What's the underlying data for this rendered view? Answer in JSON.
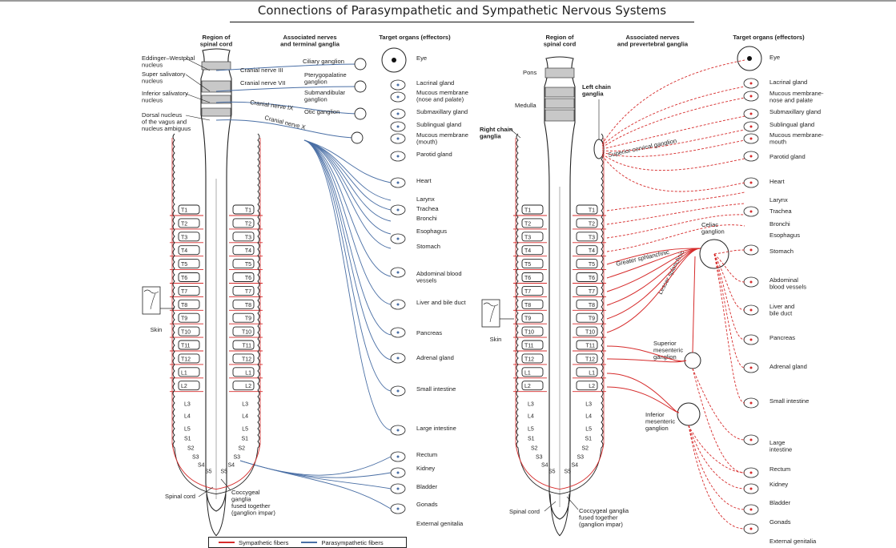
{
  "title": "Connections of Parasympathetic and Sympathetic Nervous Systems",
  "colors": {
    "sympathetic": "#d62b2b",
    "parasympathetic": "#4a6fa5",
    "outline": "#222222",
    "gray_band": "#c8c8c8"
  },
  "legend": [
    {
      "label": "Sympathetic fibers",
      "color": "#d62b2b"
    },
    {
      "label": "Parasympathetic fibers",
      "color": "#4a6fa5"
    }
  ],
  "parasympathetic": {
    "headers": {
      "region": [
        "Region of",
        "spinal cord"
      ],
      "nerves": [
        "Associated nerves",
        "and terminal ganglia"
      ],
      "targets": "Target organs (effectors)"
    },
    "nuclei": [
      [
        "Eddinger–Westphal",
        "nucleus"
      ],
      [
        "Super salivatory",
        "nucleus"
      ],
      [
        "Inferior salivatory",
        "nucleus"
      ],
      [
        "Dorsal nucleus",
        "of the vagus and",
        "nucleus ambiguus"
      ]
    ],
    "cranial_nerves": [
      "Cranial nerve III",
      "Cranial nerve VII",
      "Cranial nerve IX",
      "Cranial nerve X"
    ],
    "ganglia": [
      [
        "Ciliary ganglion"
      ],
      [
        "Pterygopalatine",
        "ganglion"
      ],
      [
        "Submandibular",
        "ganglion"
      ],
      [
        "Otic ganglion"
      ]
    ],
    "targets": [
      [
        "Eye"
      ],
      [
        "Lacrinal gland"
      ],
      [
        "Mucous membrane",
        "(nose and palate)"
      ],
      [
        "Submaxillary gland"
      ],
      [
        "Sublingual gland"
      ],
      [
        "Mucous membrane",
        "(mouth)"
      ],
      [
        "Parotid gland"
      ],
      [
        "Heart"
      ],
      [
        "Larynx"
      ],
      [
        "Trachea"
      ],
      [
        "Bronchi"
      ],
      [
        "Esophagus"
      ],
      [
        "Stomach"
      ],
      [
        "Abdominal blood",
        "vessels"
      ],
      [
        "Liver and bile duct"
      ],
      [
        "Pancreas"
      ],
      [
        "Adrenal gland"
      ],
      [
        "Small intestine"
      ],
      [
        "Large intestine"
      ],
      [
        "Rectum"
      ],
      [
        "Kidney"
      ],
      [
        "Bladder"
      ],
      [
        "Gonads"
      ],
      [
        "External genitalia"
      ]
    ],
    "skin_label": "Skin",
    "spinal_cord_label": "Spinal cord",
    "coccygeal_label": [
      "Coccygeal",
      "ganglia",
      "fused together",
      "(ganglion impar)"
    ]
  },
  "sympathetic": {
    "headers": {
      "region": [
        "Region of",
        "spinal cord"
      ],
      "nerves": [
        "Associated nerves",
        "and prevertebral ganglia"
      ],
      "targets": "Target organs (effectors)"
    },
    "brain_regions": [
      "Pons",
      "Medulla"
    ],
    "chain_labels": {
      "left": [
        "Left chain",
        "ganglia"
      ],
      "right": [
        "Right chain",
        "ganglia"
      ]
    },
    "nerve_labels": [
      "Superior cervical ganglion",
      "Greater sphlanchnic",
      "Lesser splanchnic"
    ],
    "ganglia": [
      [
        "Celiac",
        "ganglion"
      ],
      [
        "Superior",
        "mesenteric",
        "ganglion"
      ],
      [
        "Inferior",
        "mesenteric",
        "ganglion"
      ]
    ],
    "targets": [
      [
        "Eye"
      ],
      [
        "Lacrinal gland"
      ],
      [
        "Mucous membrane-",
        "nose and palate"
      ],
      [
        "Submaxillary gland"
      ],
      [
        "Sublingual gland"
      ],
      [
        "Mucous membrane-",
        "mouth"
      ],
      [
        "Parotid gland"
      ],
      [
        "Heart"
      ],
      [
        "Larynx"
      ],
      [
        "Trachea"
      ],
      [
        "Bronchi"
      ],
      [
        "Esophagus"
      ],
      [
        "Stomach"
      ],
      [
        "Abdominal",
        "blood vessels"
      ],
      [
        "Liver and",
        "bile duct"
      ],
      [
        "Pancreas"
      ],
      [
        "Adrenal gland"
      ],
      [
        "Small intestine"
      ],
      [
        "Large",
        "intestine"
      ],
      [
        "Rectum"
      ],
      [
        "Kidney"
      ],
      [
        "Bladder"
      ],
      [
        "Gonads"
      ],
      [
        "External genitalia"
      ]
    ],
    "skin_label": "Skin",
    "spinal_cord_label": "Spinal cord",
    "coccygeal_label": [
      "Coccygeal ganglia",
      "fused together",
      "(ganglion impar)"
    ]
  },
  "segments": {
    "thoracic_lumbar": [
      "T1",
      "T2",
      "T3",
      "T4",
      "T5",
      "T6",
      "T7",
      "T8",
      "T9",
      "T10",
      "T11",
      "T12",
      "L1",
      "L2"
    ],
    "lower": [
      "L3",
      "L4",
      "L5",
      "S1",
      "S2",
      "S3",
      "S4",
      "S5"
    ]
  }
}
